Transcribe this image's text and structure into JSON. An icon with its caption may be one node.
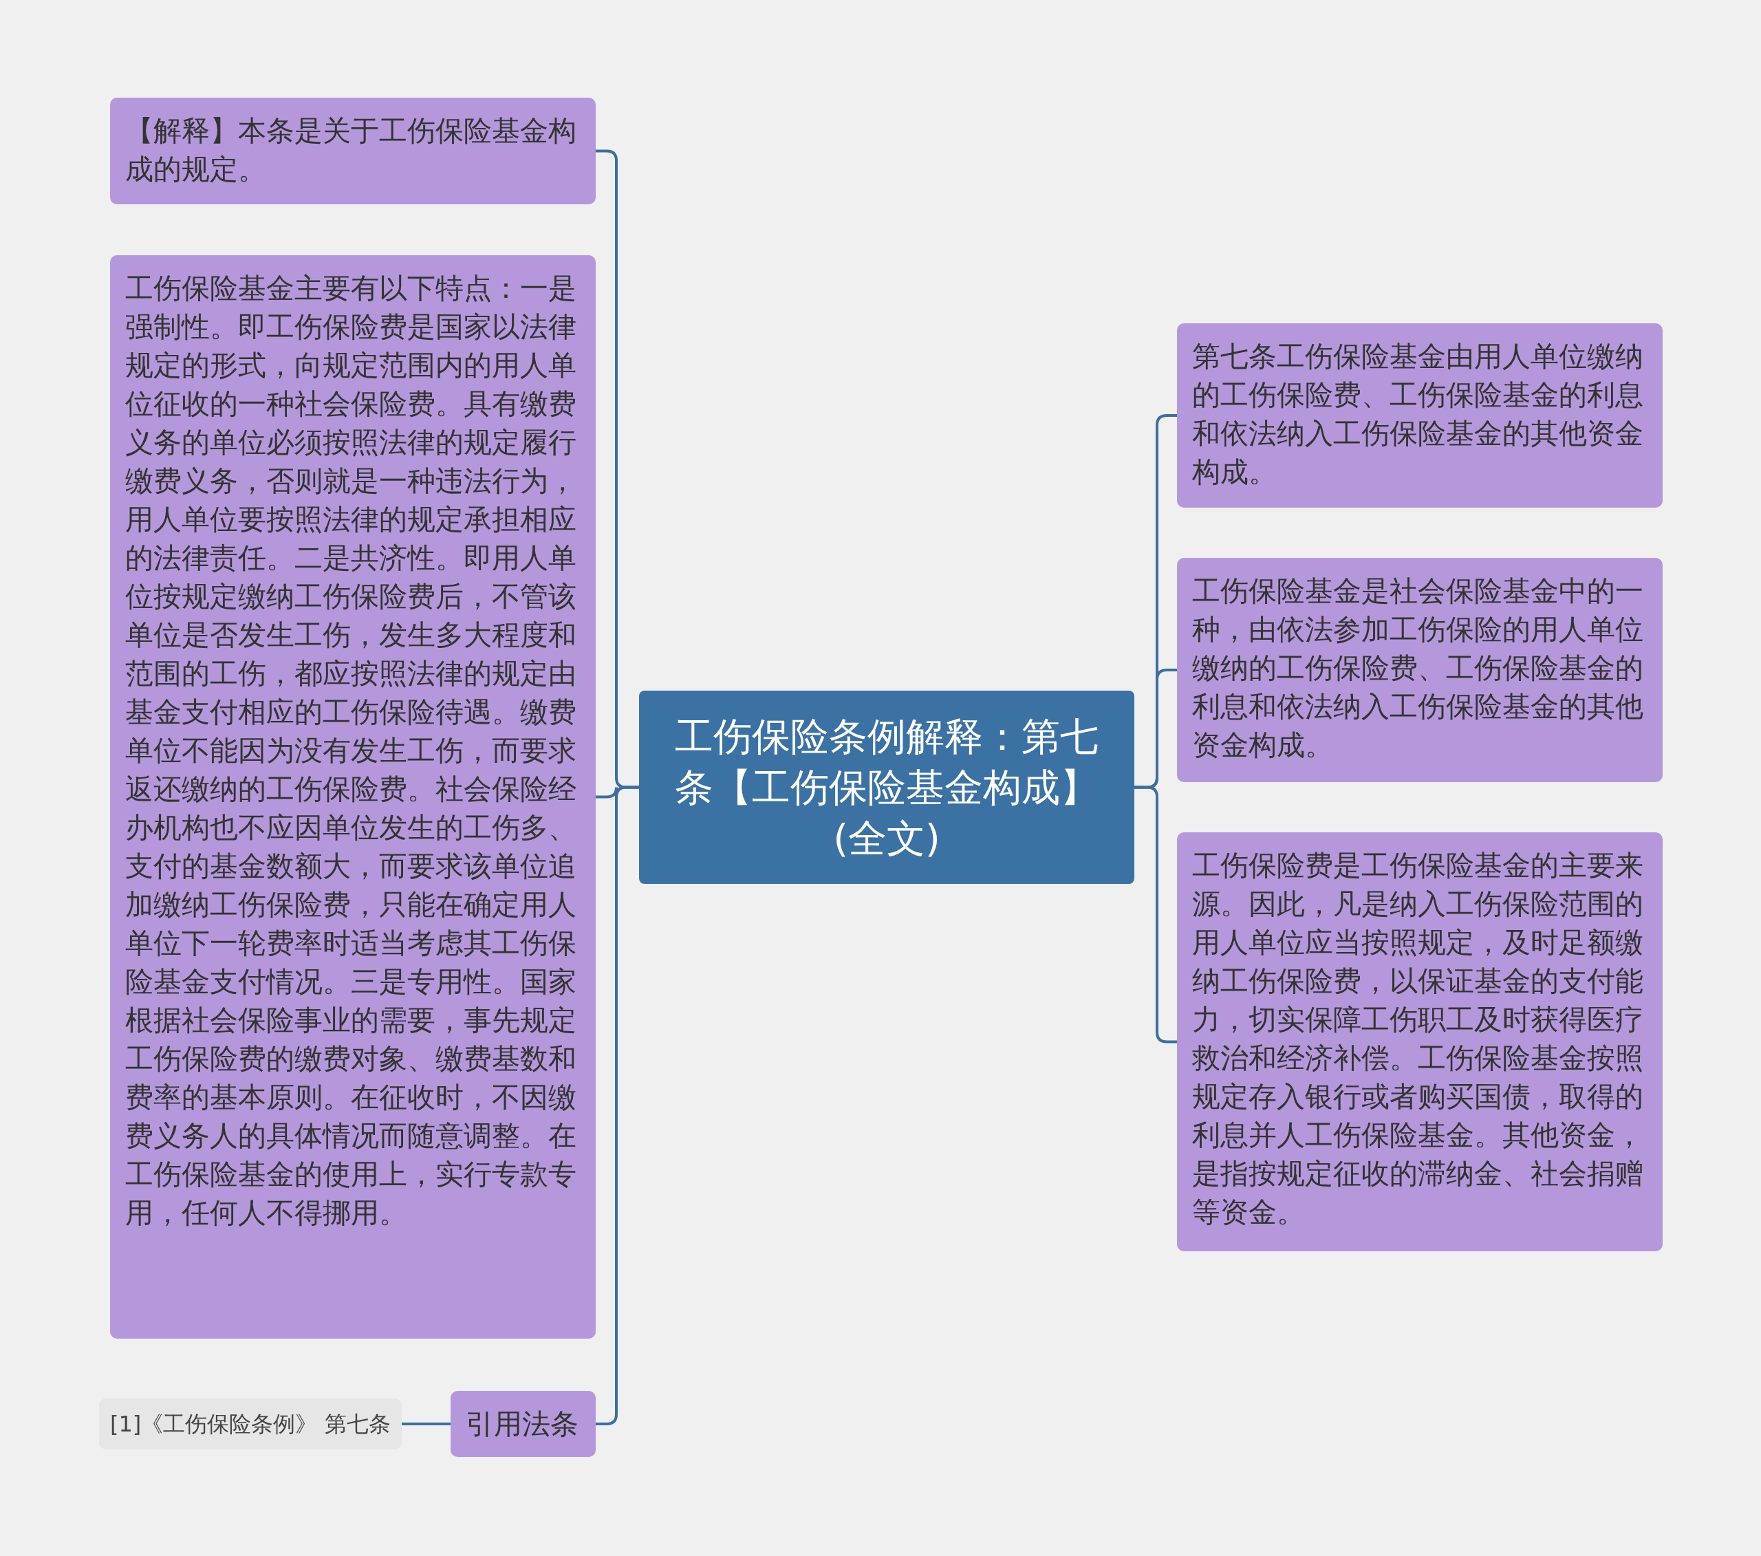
{
  "diagram": {
    "nodes": [
      {
        "text": [
          "工伤保险条例解释：第七条【工伤保险基金构成】(全文)"
        ]
      },
      {
        "text": [
          "【解释】本条是关于工伤保险基金构成的规定。"
        ]
      },
      {
        "text": [
          "工伤保险基金主要有以下特点：一是强制性。即工伤保险费是国家以法律规定的形式，向规定范围内的用人单位征收的一种社会保险费。具有缴费义务的单位必须按照法律的规定履行缴费义务，否则就是一种违法行为，用人单位要按照法律的规定承担相应的法律责任。二是共济性。即用人单位按规定缴纳工伤保险费后，不管该单位是否发生工伤，发生多大程度和范围的工伤，都应按照法律的规定由基金支付相应的工伤保险待遇。缴费单位不能因为没有发生工伤，而要求返还缴纳的工伤保险费。社会保险经办机构也不应因单位发生的工伤多、支付的基金数额大，而要求该单位追加缴纳工伤保险费，只能在确定用人单位下一轮费率时适当考虑其工伤保险基金支付情况。三是专用性。国家根据社会保险事业的需要，事先规定工伤保险费的缴费对象、缴费基数和费率的基本原则。在征收时，不因缴费义务人的具体情况而随意调整。在工伤保险基金的使用上，实行专款专用，任何人不得挪用。"
        ]
      },
      {
        "text": [
          "引用法条"
        ]
      },
      {
        "text": [
          "[1]《工伤保险条例》 第七条"
        ]
      },
      {
        "text": [
          "第七条工伤保险基金由用人单位缴纳的工伤保险费、工伤保险基金的利息和依法纳入工伤保险基金的其他资金构成。"
        ]
      },
      {
        "text": [
          "工伤保险基金是社会保险基金中的一种，由依法参加工伤保险的用人单位缴纳的工伤保险费、工伤保险基金的利息和依法纳入工伤保险基金的其他资金构成。"
        ]
      },
      {
        "text": [
          "工伤保险费是工伤保险基金的主要来源。因此，凡是纳入工伤保险范围的用人单位应当按照规定，及时足额缴纳工伤保险费，以保证基金的支付能力，切实保障工伤职工及时获得医疗救治和经济补偿。工伤保险基金按照规定存入银行或者购买国债，取得的利息并人工伤保险基金。其他资金，是指按规定征收的滞纳金、社会捐赠等资金。"
        ]
      }
    ],
    "edges": [
      {
        "from": 0,
        "to": 1,
        "arrow": "none"
      },
      {
        "from": 0,
        "to": 2,
        "arrow": "none"
      },
      {
        "from": 0,
        "to": 3,
        "arrow": "none"
      },
      {
        "from": 3,
        "to": 4,
        "arrow": "none"
      },
      {
        "from": 0,
        "to": 5,
        "arrow": "none"
      },
      {
        "from": 0,
        "to": 6,
        "arrow": "none"
      },
      {
        "from": 0,
        "to": 7,
        "arrow": "none"
      }
    ]
  }
}
